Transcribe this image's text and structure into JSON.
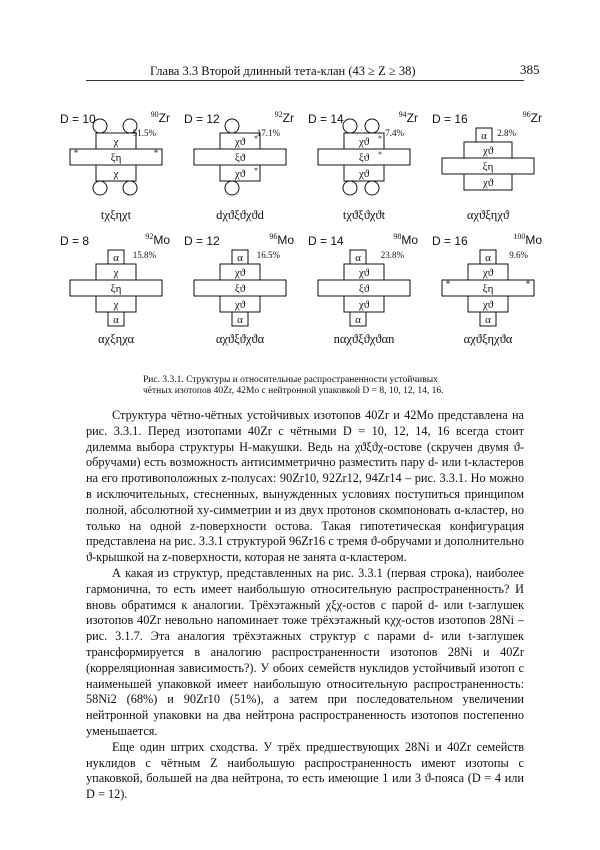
{
  "header": {
    "title": "Глава 3.3 Второй длинный тета-клан (43 ≥ Z ≥ 38)",
    "page": "385"
  },
  "figure": {
    "panels": [
      {
        "d": "D = 10",
        "mass": "90",
        "el": "Zr",
        "pct": "51.5%",
        "formula": "tχξηχt"
      },
      {
        "d": "D = 12",
        "mass": "92",
        "el": "Zr",
        "pct": "17.1%",
        "formula": "dχϑξϑχϑd"
      },
      {
        "d": "D = 14",
        "mass": "94",
        "el": "Zr",
        "pct": "7.4%",
        "formula": "tχϑξϑχϑt"
      },
      {
        "d": "D = 16",
        "mass": "96",
        "el": "Zr",
        "pct": "2.8%",
        "formula": "αχϑξηχϑ"
      },
      {
        "d": "D = 8",
        "mass": "92",
        "el": "Mo",
        "pct": "15.8%",
        "formula": "αχξηχα"
      },
      {
        "d": "D = 12",
        "mass": "96",
        "el": "Mo",
        "pct": "16.5%",
        "formula": "αχϑξϑχϑα"
      },
      {
        "d": "D = 14",
        "mass": "98",
        "el": "Mo",
        "pct": "23.8%",
        "formula": "nαχϑξϑχϑαn"
      },
      {
        "d": "D = 16",
        "mass": "100",
        "el": "Mo",
        "pct": "9.6%",
        "formula": "αχϑξηχϑα"
      }
    ]
  },
  "caption": {
    "line1": "Рис. 3.3.1. Структуры и относительные распространенности устойчивых",
    "line2": "чётных изотопов 40Zr, 42Mo с нейтронной упаковкой D = 8, 10, 12, 14, 16."
  },
  "paragraphs": [
    "Структура чётно-чётных устойчивых изотопов 40Zr и 42Mo представлена на рис. 3.3.1. Перед изотопами 40Zr с чётными D = 10, 12, 14, 16 всегда стоит дилемма выбора структуры Н-макушки. Ведь на χϑξϑχ-остове (скручен двумя ϑ-обручами) есть возможность антисимметрично разместить пару d- или t-кластеров на его противоположных z-полусах: 90Zr10, 92Zr12, 94Zr14 – рис. 3.3.1. Но можно в исключительных, стесненных, вынужденных условиях поступиться принципом полной, абсолютной xy-симметрии и из двух протонов скомпоновать α-кластер, но только на одной z-поверхности остова. Такая гипотетическая конфигурация представлена на рис. 3.3.1 структурой 96Zr16 с тремя ϑ-обручами и дополнительно ϑ-крышкой на z-поверхности, которая не занята α-кластером.",
    "А какая из структур, представленных на рис. 3.3.1 (первая строка), наиболее гармонична, то есть имеет наибольшую относительную распространенность? И вновь обратимся к аналогии. Трёхэтажный χξχ-остов с парой d- или t-заглушек изотопов 40Zr невольно напоминает тоже трёхэтажный κχχ-остов изотопов 28Ni – рис. 3.1.7. Эта аналогия трёхэтажных структур с парами d- или t-заглушек трансформируется в аналогию распространенности изотопов 28Ni и 40Zr (корреляционная зависимость?). У обоих семейств нуклидов устойчивый изотоп с наименьшей упаковкой имеет наибольшую относительную распространенность: 58Ni2 (68%) и 90Zr10 (51%), а затем при последовательном увеличении нейтронной упаковки на два нейтрона распространенность изотопов постепенно уменьшается.",
    "Еще один штрих сходства. У трёх предшествующих 28Ni и 40Zr семейств нуклидов с чётным Z наибольшую распространенность имеют изотопы с упаковкой, большей на два нейтрона, то есть имеющие 1 или 3 ϑ-пояса (D = 4 или D = 12)."
  ]
}
